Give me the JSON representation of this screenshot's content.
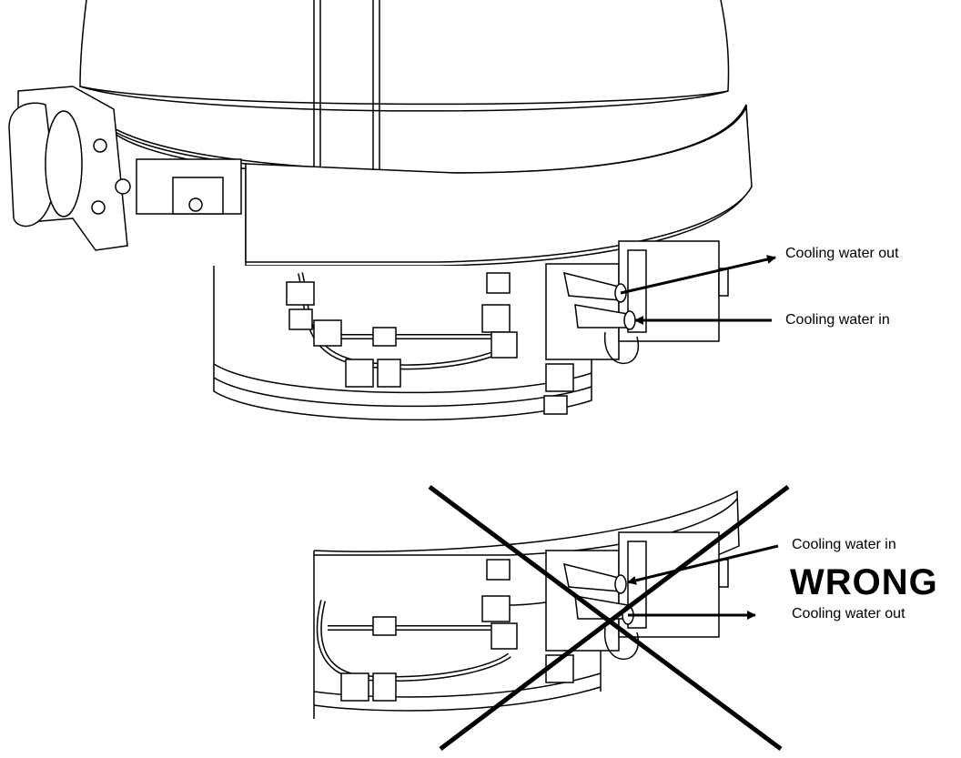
{
  "labels": {
    "top_out": "Cooling water out",
    "top_in": "Cooling water in",
    "bottom_in": "Cooling water in",
    "bottom_wrong": "WRONG",
    "bottom_out": "Cooling water out"
  },
  "colors": {
    "line": "#000000",
    "background": "#ffffff"
  },
  "icons": {
    "wrong_mark": "cross-out-x"
  }
}
